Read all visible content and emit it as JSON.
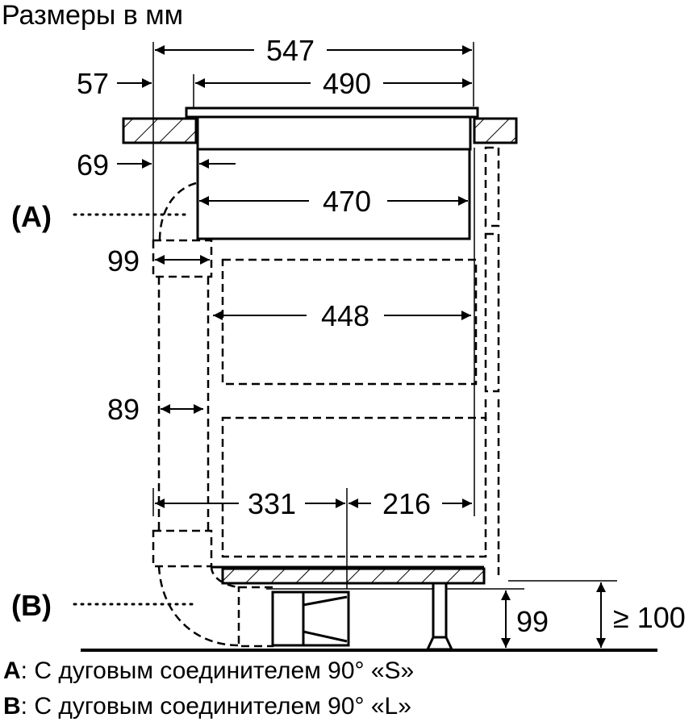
{
  "title": "Размеры в мм",
  "dimensions": {
    "total_width": "547",
    "glass_width": "490",
    "body_width": "470",
    "inner_width": "448",
    "offset_57": "57",
    "offset_69": "69",
    "duct_99": "99",
    "duct_89": "89",
    "left_331": "331",
    "right_216": "216",
    "height_99": "99",
    "min_height": "≥ 100"
  },
  "callouts": {
    "a": "(A)",
    "b": "(B)"
  },
  "legend": [
    {
      "key": "A",
      "text": ": С дуговым соединителем 90° «S»"
    },
    {
      "key": "B",
      "text": ": С дуговым соединителем 90° «L»"
    }
  ]
}
